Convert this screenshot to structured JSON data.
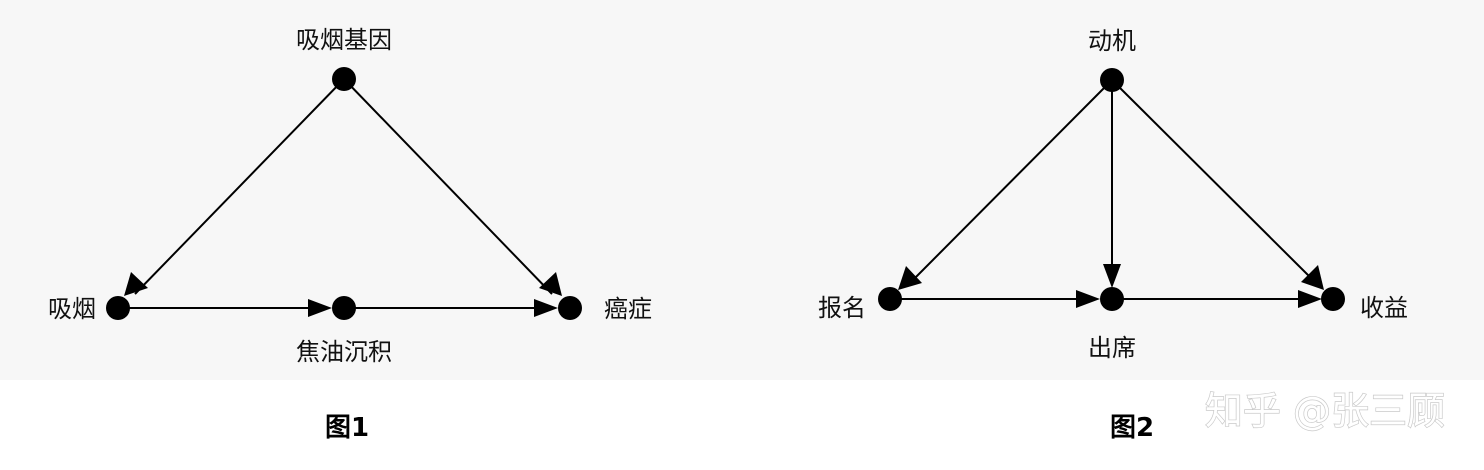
{
  "colors": {
    "panel_background": "#f7f7f7",
    "ink": "#000000",
    "watermark_outline": "#c9c9c9"
  },
  "watermark": "知乎 @张三顾",
  "figures": [
    {
      "id": "fig1",
      "caption": "图1",
      "nodes": [
        {
          "id": "gene",
          "label": "吸烟基因"
        },
        {
          "id": "smoke",
          "label": "吸烟"
        },
        {
          "id": "tar",
          "label": "焦油沉积"
        },
        {
          "id": "cancer",
          "label": "癌症"
        }
      ],
      "edges": [
        {
          "from": "gene",
          "to": "smoke"
        },
        {
          "from": "gene",
          "to": "cancer"
        },
        {
          "from": "smoke",
          "to": "tar"
        },
        {
          "from": "tar",
          "to": "cancer"
        }
      ]
    },
    {
      "id": "fig2",
      "caption": "图2",
      "nodes": [
        {
          "id": "motive",
          "label": "动机"
        },
        {
          "id": "signup",
          "label": "报名"
        },
        {
          "id": "attend",
          "label": "出席"
        },
        {
          "id": "gain",
          "label": "收益"
        }
      ],
      "edges": [
        {
          "from": "motive",
          "to": "signup"
        },
        {
          "from": "motive",
          "to": "attend"
        },
        {
          "from": "motive",
          "to": "gain"
        },
        {
          "from": "signup",
          "to": "attend"
        },
        {
          "from": "attend",
          "to": "gain"
        }
      ]
    }
  ]
}
